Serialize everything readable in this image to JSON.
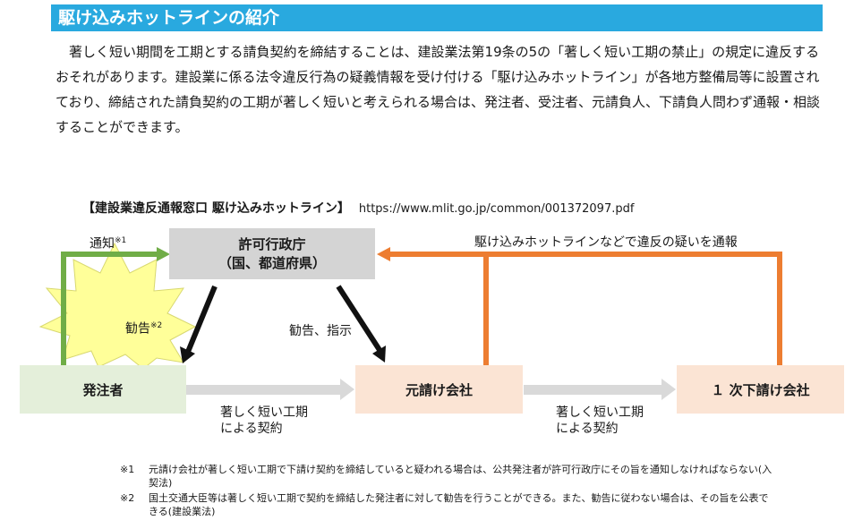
{
  "title": "駆け込みホットラインの紹介",
  "intro": "著しく短い期間を工期とする請負契約を締結することは、建設業法第19条の5の「著しく短い工期の禁止」の規定に違反するおそれがあります。建設業に係る法令違反行為の疑義情報を受け付ける「駆け込みホットライン」が各地方整備局等に設置されており、締結された請負契約の工期が著しく短いと考えられる場合は、発注者、受注者、元請負人、下請負人問わず通報・相談することができます。",
  "diagram_heading": "【建設業違反通報窓口 駆け込みホットライン】",
  "diagram_url": "https://www.mlit.go.jp/common/001372097.pdf",
  "nodes": {
    "kyoka_line1": "許可行政庁",
    "kyoka_line2": "（国、都道府県）",
    "hacchu": "発注者",
    "moto": "元請け会社",
    "shita": "１ 次下請け会社"
  },
  "edges": {
    "tsuchi": "通知",
    "tsuchi_mark": "※1",
    "kankoku": "勧告",
    "kankoku_mark": "※2",
    "kankoku_shiji": "勧告、指示",
    "tsuho": "駆け込みホットラインなどで違反の疑いを通報",
    "contract1_line1": "著しく短い工期",
    "contract1_line2": "による契約",
    "contract2_line1": "著しく短い工期",
    "contract2_line2": "による契約"
  },
  "notes": [
    {
      "mark": "※1",
      "text": "元請け会社が著しく短い工期で下請け契約を締結していると疑われる場合は、公共発注者が許可行政庁にその旨を通知しなければならない(入契法)"
    },
    {
      "mark": "※2",
      "text": "国土交通大臣等は著しく短い工期で契約を締結した発注者に対して勧告を行うことができる。また、勧告に従わない場合は、その旨を公表できる(建設業法)"
    }
  ],
  "colors": {
    "title_bg": "#29a9df",
    "green": "#70ad47",
    "orange": "#ed7d31",
    "grey_arrow": "#d9d9d9",
    "starburst": "#ffff99"
  }
}
